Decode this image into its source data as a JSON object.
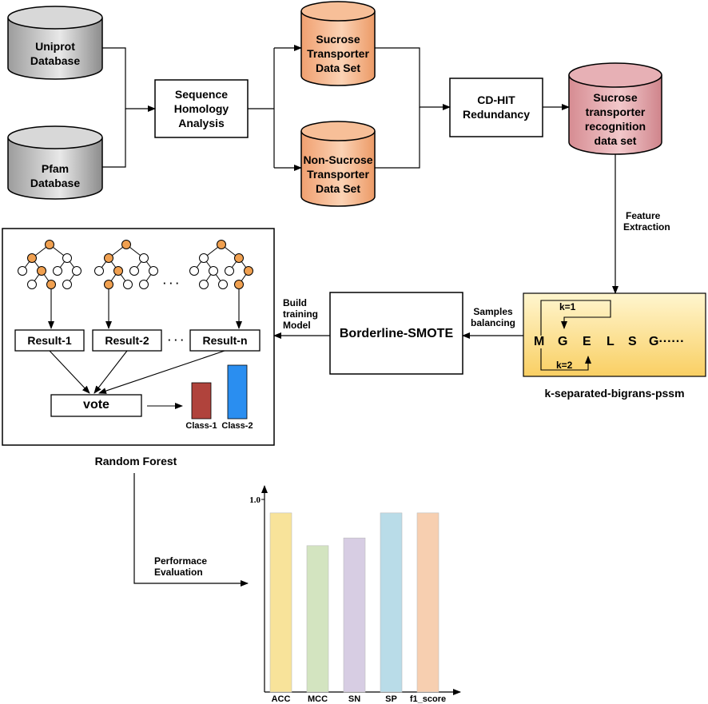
{
  "databases": {
    "uniprot": [
      "Uniprot",
      "Database"
    ],
    "pfam": [
      "Pfam",
      "Database"
    ],
    "sucrose": [
      "Sucrose",
      "Transporter",
      "Data Set"
    ],
    "non_sucrose": [
      "Non-Sucrose",
      "Transporter",
      "Data Set"
    ],
    "recognition": [
      "Sucrose",
      "transporter",
      "recognition",
      "data set"
    ]
  },
  "steps": {
    "homology": [
      "Sequence",
      "Homology",
      "Analysis"
    ],
    "cdhit": [
      "CD-HIT",
      "Redundancy"
    ],
    "feature_extraction": [
      "Feature",
      "Extraction"
    ],
    "samples_balancing": [
      "Samples",
      "balancing"
    ],
    "borderline_smote": "Borderline-SMOTE",
    "build_training": [
      "Build",
      "training",
      "Model"
    ],
    "performance": [
      "Performace",
      "Evaluation"
    ]
  },
  "pssm": {
    "letters": [
      "M",
      "G",
      "E",
      "L",
      "S",
      "G······"
    ],
    "k1": "k=1",
    "k2": "k=2",
    "caption": "k-separated-bigrans-pssm"
  },
  "random_forest": {
    "results": [
      "Result-1",
      "Result-2",
      "Result-n"
    ],
    "dots_trees": "· · ·",
    "dots_results": "· · ·",
    "vote": "vote",
    "class_labels": [
      "Class-1",
      "Class-2"
    ],
    "caption": "Random Forest"
  },
  "colors": {
    "uniprot_db": "#b4b4b4",
    "orange_db": "#f4a97c",
    "pink_db": "#dc9ba0",
    "node_orange": "#f0a050",
    "pssm_box": "#fbd97a",
    "class1": "#b0433c",
    "class2": "#2a8ef0"
  },
  "chart_data": {
    "type": "bar",
    "categories": [
      "ACC",
      "MCC",
      "SN",
      "SP",
      "f1_score"
    ],
    "values": [
      0.93,
      0.76,
      0.8,
      0.93,
      0.93
    ],
    "colors": [
      "#f8e39a",
      "#d3e4c0",
      "#d7cde3",
      "#b9dce8",
      "#f7cfb0"
    ],
    "ytick_label": "1.0",
    "ylim": [
      0,
      1.07
    ]
  }
}
